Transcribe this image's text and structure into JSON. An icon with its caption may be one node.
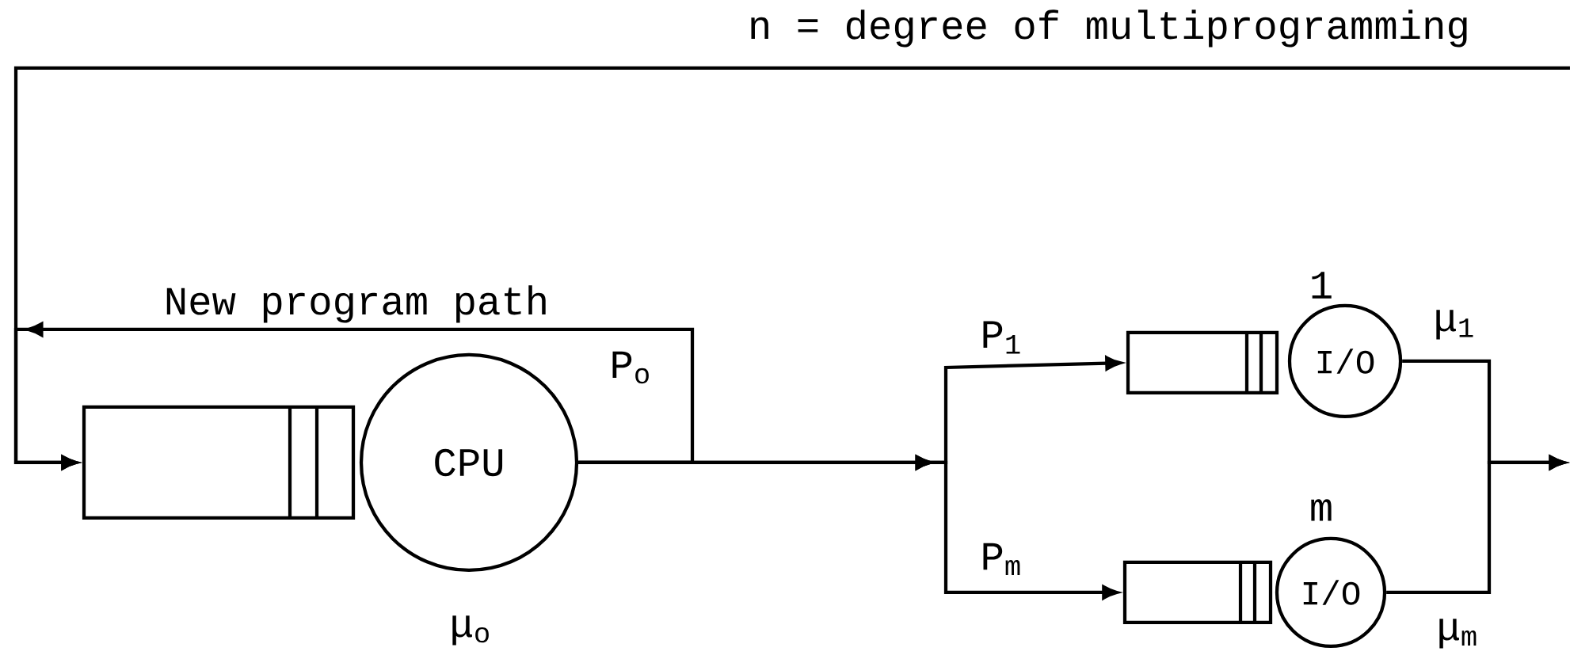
{
  "diagram": {
    "nodes": [
      {
        "text": [],
        "shape": "box"
      },
      {
        "text": [
          "CPU"
        ],
        "beside": [
          "μ$_{o}$"
        ]
      },
      {
        "text": [],
        "shape": "box"
      },
      {
        "text": [
          "I/O"
        ],
        "beside": [
          "1",
          "μ$_{1}$"
        ]
      },
      {
        "text": [],
        "shape": "box"
      },
      {
        "text": [
          "I/O"
        ],
        "beside": [
          "m",
          "μ$_{m}$"
        ]
      }
    ],
    "edges": [
      {
        "from": 1,
        "to": 0,
        "arrow": "to",
        "label": "New program path"
      },
      {
        "from": 1,
        "to": 2,
        "arrow": "to",
        "label": "P$_{1}$"
      },
      {
        "from": 1,
        "to": 4,
        "arrow": "to",
        "label": "P$_{m}$"
      },
      {
        "from": 3,
        "to": null,
        "arrow": "to"
      },
      {
        "from": 5,
        "to": null,
        "arrow": "to"
      },
      {
        "from": null,
        "to": 0,
        "arrow": "to",
        "label": "n = degree of multiprogramming"
      }
    ],
    "labels": [
      "P$_{o}$"
    ]
  }
}
